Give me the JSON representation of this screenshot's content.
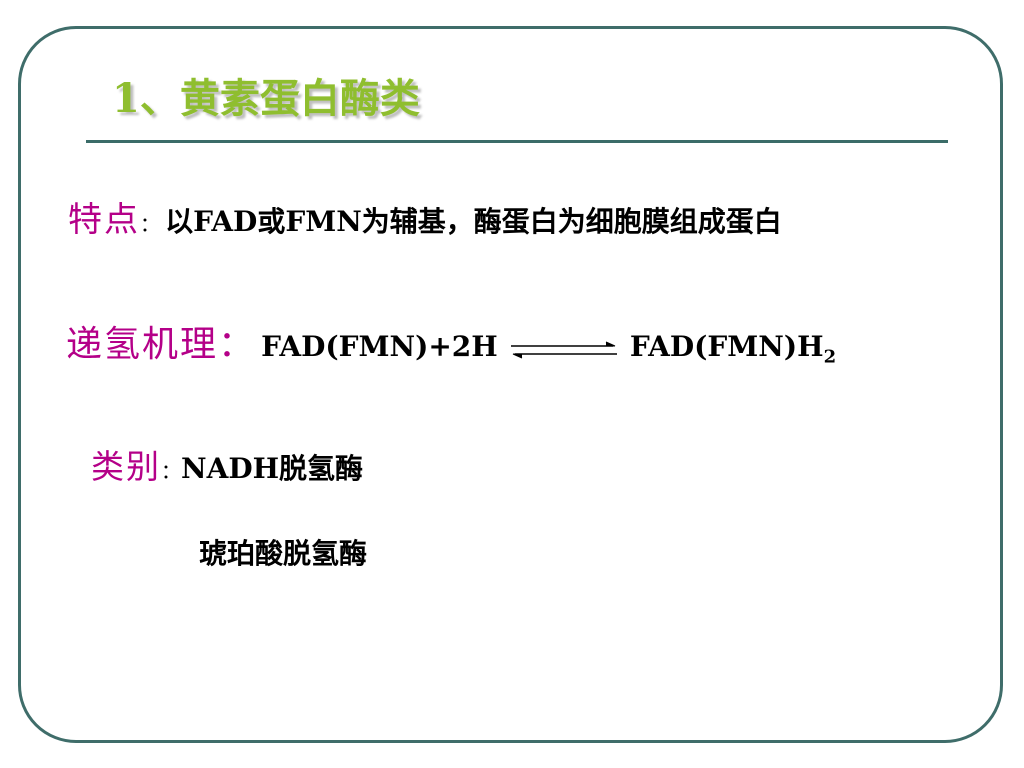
{
  "slide": {
    "title": "1、黄素蛋白酶类",
    "feature": {
      "label": "特点",
      "colon": "：",
      "text": "以FAD或FMN为辅基，酶蛋白为细胞膜组成蛋白"
    },
    "mechanism": {
      "label": "递氢机理：",
      "left": "FAD(FMN)+2H",
      "right_main": "FAD(FMN)H",
      "right_sub": "2"
    },
    "category": {
      "label": "类别",
      "colon": "：",
      "item1": "NADH脱氢酶",
      "item2": "琥珀酸脱氢酶"
    }
  },
  "colors": {
    "title": "#8fbe2f",
    "label": "#b40088",
    "frame": "#3f6d6a",
    "rule": "#3b6c68"
  }
}
